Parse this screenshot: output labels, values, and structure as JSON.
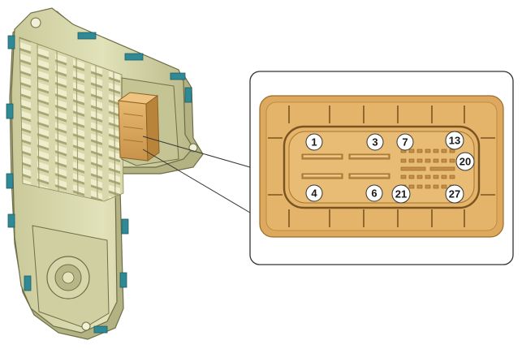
{
  "diagram": {
    "component": "control-module-housing",
    "colors": {
      "housing": "#dcdcb0",
      "housing_shadow": "#a8a878",
      "housing_edge": "#6e6e48",
      "connector": "#dca95e",
      "connector_dark": "#b88436",
      "clip": "#2f8a96",
      "callout_border": "#333333"
    },
    "pin_labels": [
      {
        "id": "pin-1",
        "text": "1"
      },
      {
        "id": "pin-3",
        "text": "3"
      },
      {
        "id": "pin-7",
        "text": "7"
      },
      {
        "id": "pin-13",
        "text": "13"
      },
      {
        "id": "pin-20",
        "text": "20"
      },
      {
        "id": "pin-4",
        "text": "4"
      },
      {
        "id": "pin-6",
        "text": "6"
      },
      {
        "id": "pin-21",
        "text": "21"
      },
      {
        "id": "pin-27",
        "text": "27"
      }
    ]
  }
}
